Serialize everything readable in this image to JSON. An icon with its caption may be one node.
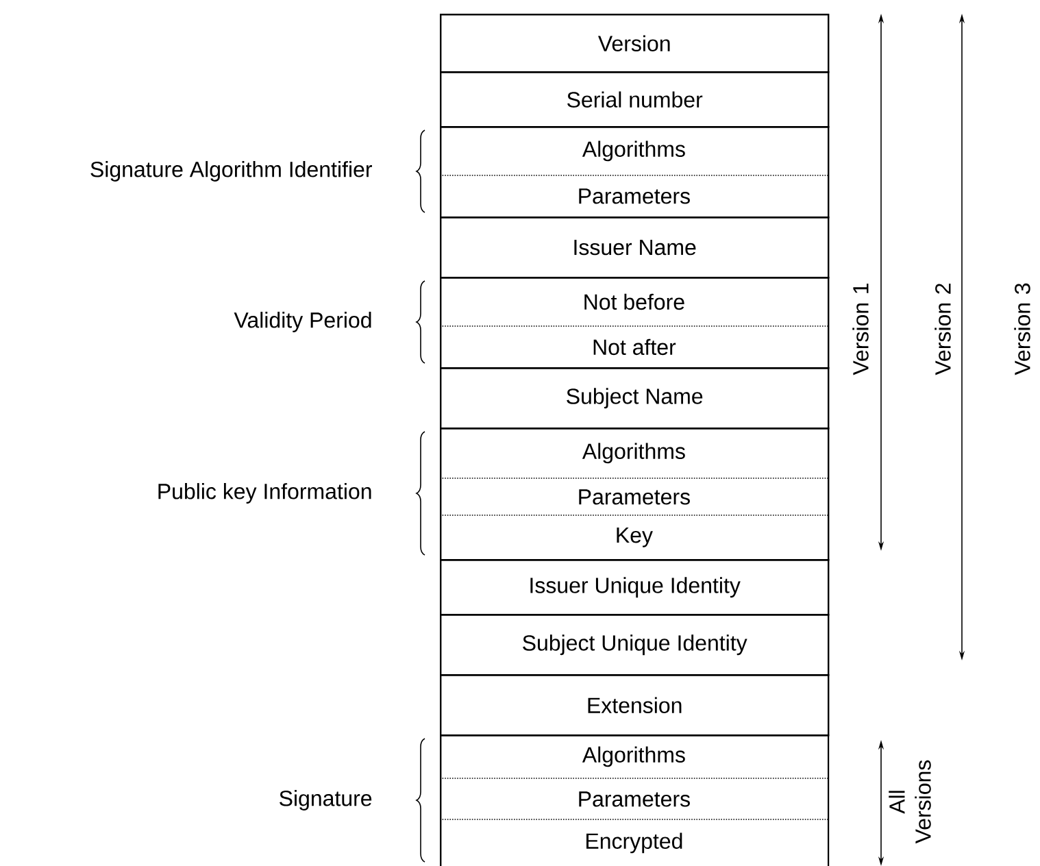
{
  "diagram": {
    "nodes": [
      {
        "text": [
          "Version"
        ]
      },
      {
        "text": [
          "Serial number"
        ]
      },
      {
        "text": [
          "Signature Algorithm Identifier"
        ]
      },
      {
        "text": [
          "Algorithms"
        ],
        "in": 2
      },
      {
        "text": [
          "Parameters"
        ],
        "in": 2
      },
      {
        "text": [
          "Issuer Name"
        ]
      },
      {
        "text": [
          "Validity Period"
        ]
      },
      {
        "text": [
          "Not before"
        ],
        "in": 6
      },
      {
        "text": [
          "Not after"
        ],
        "in": 6
      },
      {
        "text": [
          "Subject Name"
        ]
      },
      {
        "text": [
          "Public key Information"
        ]
      },
      {
        "text": [
          "Algorithms"
        ],
        "in": 10
      },
      {
        "text": [
          "Parameters"
        ],
        "in": 10
      },
      {
        "text": [
          "Key"
        ],
        "in": 10
      },
      {
        "text": [
          "Issuer Unique Identity"
        ]
      },
      {
        "text": [
          "Subject Unique Identity"
        ]
      },
      {
        "text": [
          "Extension"
        ]
      },
      {
        "text": [
          "Signature"
        ]
      },
      {
        "text": [
          "Algorithms"
        ],
        "in": 17
      },
      {
        "text": [
          "Parameters"
        ],
        "in": 17
      },
      {
        "text": [
          "Encrypted"
        ],
        "in": 17
      }
    ],
    "labels": [
      "Version 1",
      "Version 2",
      "Version 3",
      "All Versions"
    ]
  }
}
